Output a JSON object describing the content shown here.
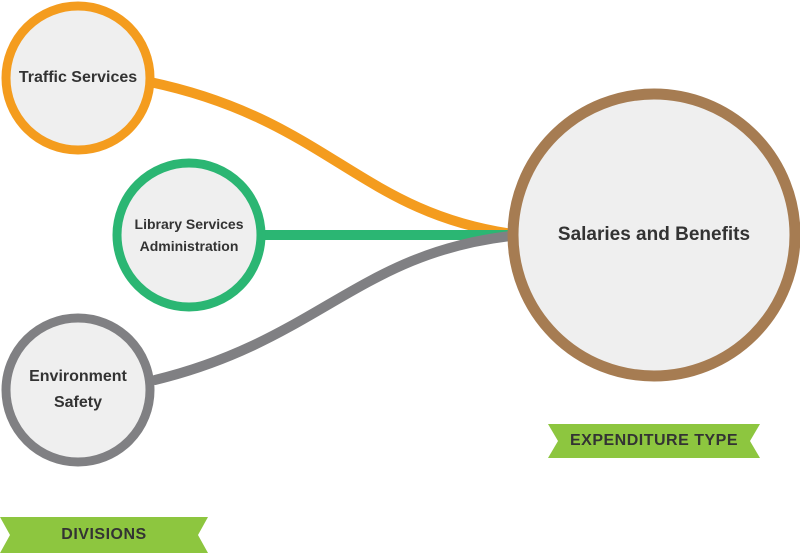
{
  "colors": {
    "traffic": "#F49C1E",
    "library": "#2BB673",
    "environment": "#808083",
    "salaries": "#A67C52",
    "ribbon": "#8DC63F",
    "node_fill": "#EFEFEF",
    "text": "#333333"
  },
  "divisions": {
    "title": "DIVISIONS",
    "items": [
      {
        "label": "Traffic Services"
      },
      {
        "label": "Library Services\nAdministration"
      },
      {
        "label": "Environment\nSafety"
      }
    ]
  },
  "expenditure": {
    "title": "EXPENDITURE TYPE",
    "label": "Salaries and Benefits"
  }
}
